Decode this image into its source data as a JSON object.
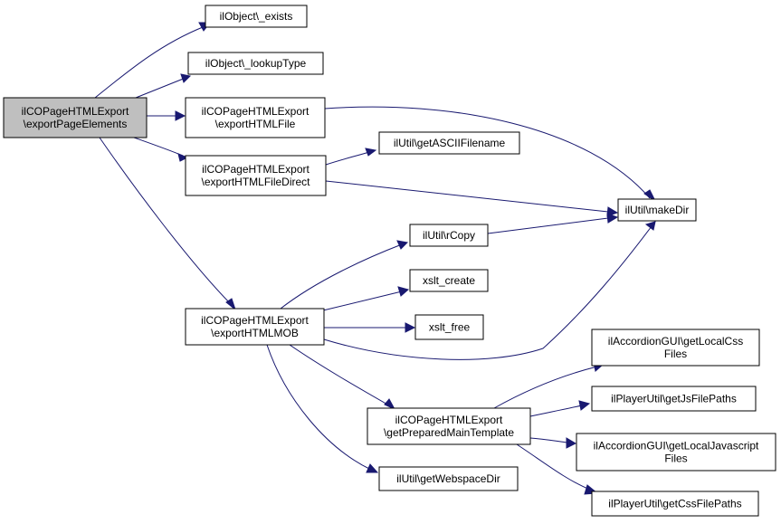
{
  "nodes": [
    {
      "id": "root",
      "lines": [
        "ilCOPageHTMLExport",
        "\\exportPageElements"
      ],
      "highlighted": true
    },
    {
      "id": "exists",
      "lines": [
        "ilObject\\_exists"
      ]
    },
    {
      "id": "lookup",
      "lines": [
        "ilObject\\_lookupType"
      ]
    },
    {
      "id": "exportHTMLFile",
      "lines": [
        "ilCOPageHTMLExport",
        "\\exportHTMLFile"
      ]
    },
    {
      "id": "exportHTMLFileDirect",
      "lines": [
        "ilCOPageHTMLExport",
        "\\exportHTMLFileDirect"
      ]
    },
    {
      "id": "exportHTMLMOB",
      "lines": [
        "ilCOPageHTMLExport",
        "\\exportHTMLMOB"
      ]
    },
    {
      "id": "getASCII",
      "lines": [
        "ilUtil\\getASCIIFilename"
      ]
    },
    {
      "id": "makeDir",
      "lines": [
        "ilUtil\\makeDir"
      ]
    },
    {
      "id": "rCopy",
      "lines": [
        "ilUtil\\rCopy"
      ]
    },
    {
      "id": "xsltCreate",
      "lines": [
        "xslt_create"
      ]
    },
    {
      "id": "xsltFree",
      "lines": [
        "xslt_free"
      ]
    },
    {
      "id": "getPrepared",
      "lines": [
        "ilCOPageHTMLExport",
        "\\getPreparedMainTemplate"
      ]
    },
    {
      "id": "getWebspace",
      "lines": [
        "ilUtil\\getWebspaceDir"
      ]
    },
    {
      "id": "accCss",
      "lines": [
        "ilAccordionGUI\\getLocalCss",
        "Files"
      ]
    },
    {
      "id": "jsPaths",
      "lines": [
        "ilPlayerUtil\\getJsFilePaths"
      ]
    },
    {
      "id": "accJs",
      "lines": [
        "ilAccordionGUI\\getLocalJavascript",
        "Files"
      ]
    },
    {
      "id": "cssPaths",
      "lines": [
        "ilPlayerUtil\\getCssFilePaths"
      ]
    }
  ],
  "edges": [
    {
      "from": "root",
      "to": "exists"
    },
    {
      "from": "root",
      "to": "lookup"
    },
    {
      "from": "root",
      "to": "exportHTMLFile"
    },
    {
      "from": "root",
      "to": "exportHTMLFileDirect"
    },
    {
      "from": "root",
      "to": "exportHTMLMOB"
    },
    {
      "from": "exportHTMLFile",
      "to": "makeDir"
    },
    {
      "from": "exportHTMLFileDirect",
      "to": "getASCII"
    },
    {
      "from": "exportHTMLFileDirect",
      "to": "makeDir"
    },
    {
      "from": "exportHTMLMOB",
      "to": "rCopy"
    },
    {
      "from": "exportHTMLMOB",
      "to": "xsltCreate"
    },
    {
      "from": "exportHTMLMOB",
      "to": "xsltFree"
    },
    {
      "from": "exportHTMLMOB",
      "to": "makeDir"
    },
    {
      "from": "exportHTMLMOB",
      "to": "getPrepared"
    },
    {
      "from": "exportHTMLMOB",
      "to": "getWebspace"
    },
    {
      "from": "rCopy",
      "to": "makeDir"
    },
    {
      "from": "getPrepared",
      "to": "accCss"
    },
    {
      "from": "getPrepared",
      "to": "jsPaths"
    },
    {
      "from": "getPrepared",
      "to": "accJs"
    },
    {
      "from": "getPrepared",
      "to": "cssPaths"
    }
  ]
}
